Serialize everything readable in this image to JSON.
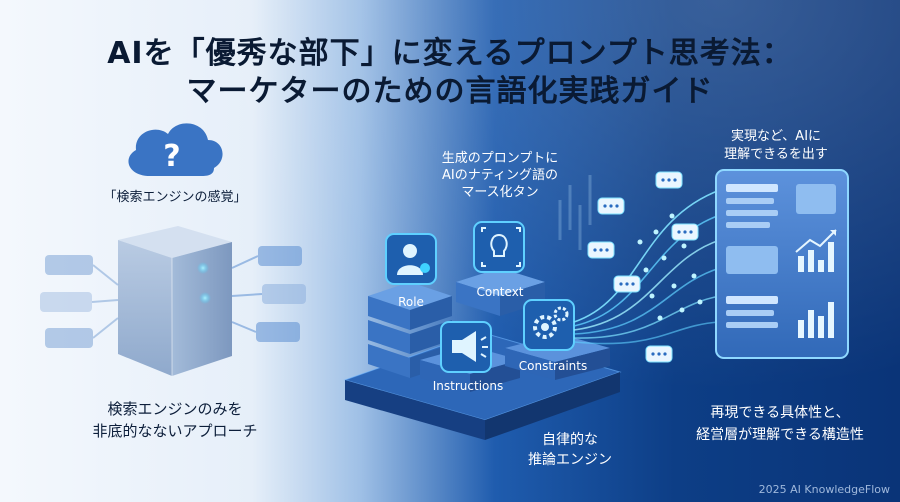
{
  "title": {
    "line1": "AIを「優秀な部下」に変えるプロンプト思考法：",
    "line2": "マーケターのための言語化実践ガイド"
  },
  "left": {
    "cloud_label": "「検索エンジンの感覚」",
    "bottom_line1": "検索エンジンのみを",
    "bottom_line2": "非底的なないアプローチ"
  },
  "center": {
    "top_line1": "生成のプロンプトに",
    "top_line2": "AIのナティング語の",
    "top_line3": "マース化タン",
    "cards": {
      "role": "Role",
      "context": "Context",
      "instructions": "Instructions",
      "constraints": "Constraints"
    },
    "engine_line1": "自律的な",
    "engine_line2": "推論エンジン"
  },
  "right": {
    "top_line1": "実現など、AIに",
    "top_line2": "理解できるを出す",
    "bottom_line1": "再現できる具体性と、",
    "bottom_line2": "経営層が理解できる構造性"
  },
  "footer": {
    "credit": "2025 AI KnowledgeFlow"
  },
  "colors": {
    "accent": "#3fd2ff",
    "navy": "#0a3478",
    "title": "#0a1a33"
  }
}
